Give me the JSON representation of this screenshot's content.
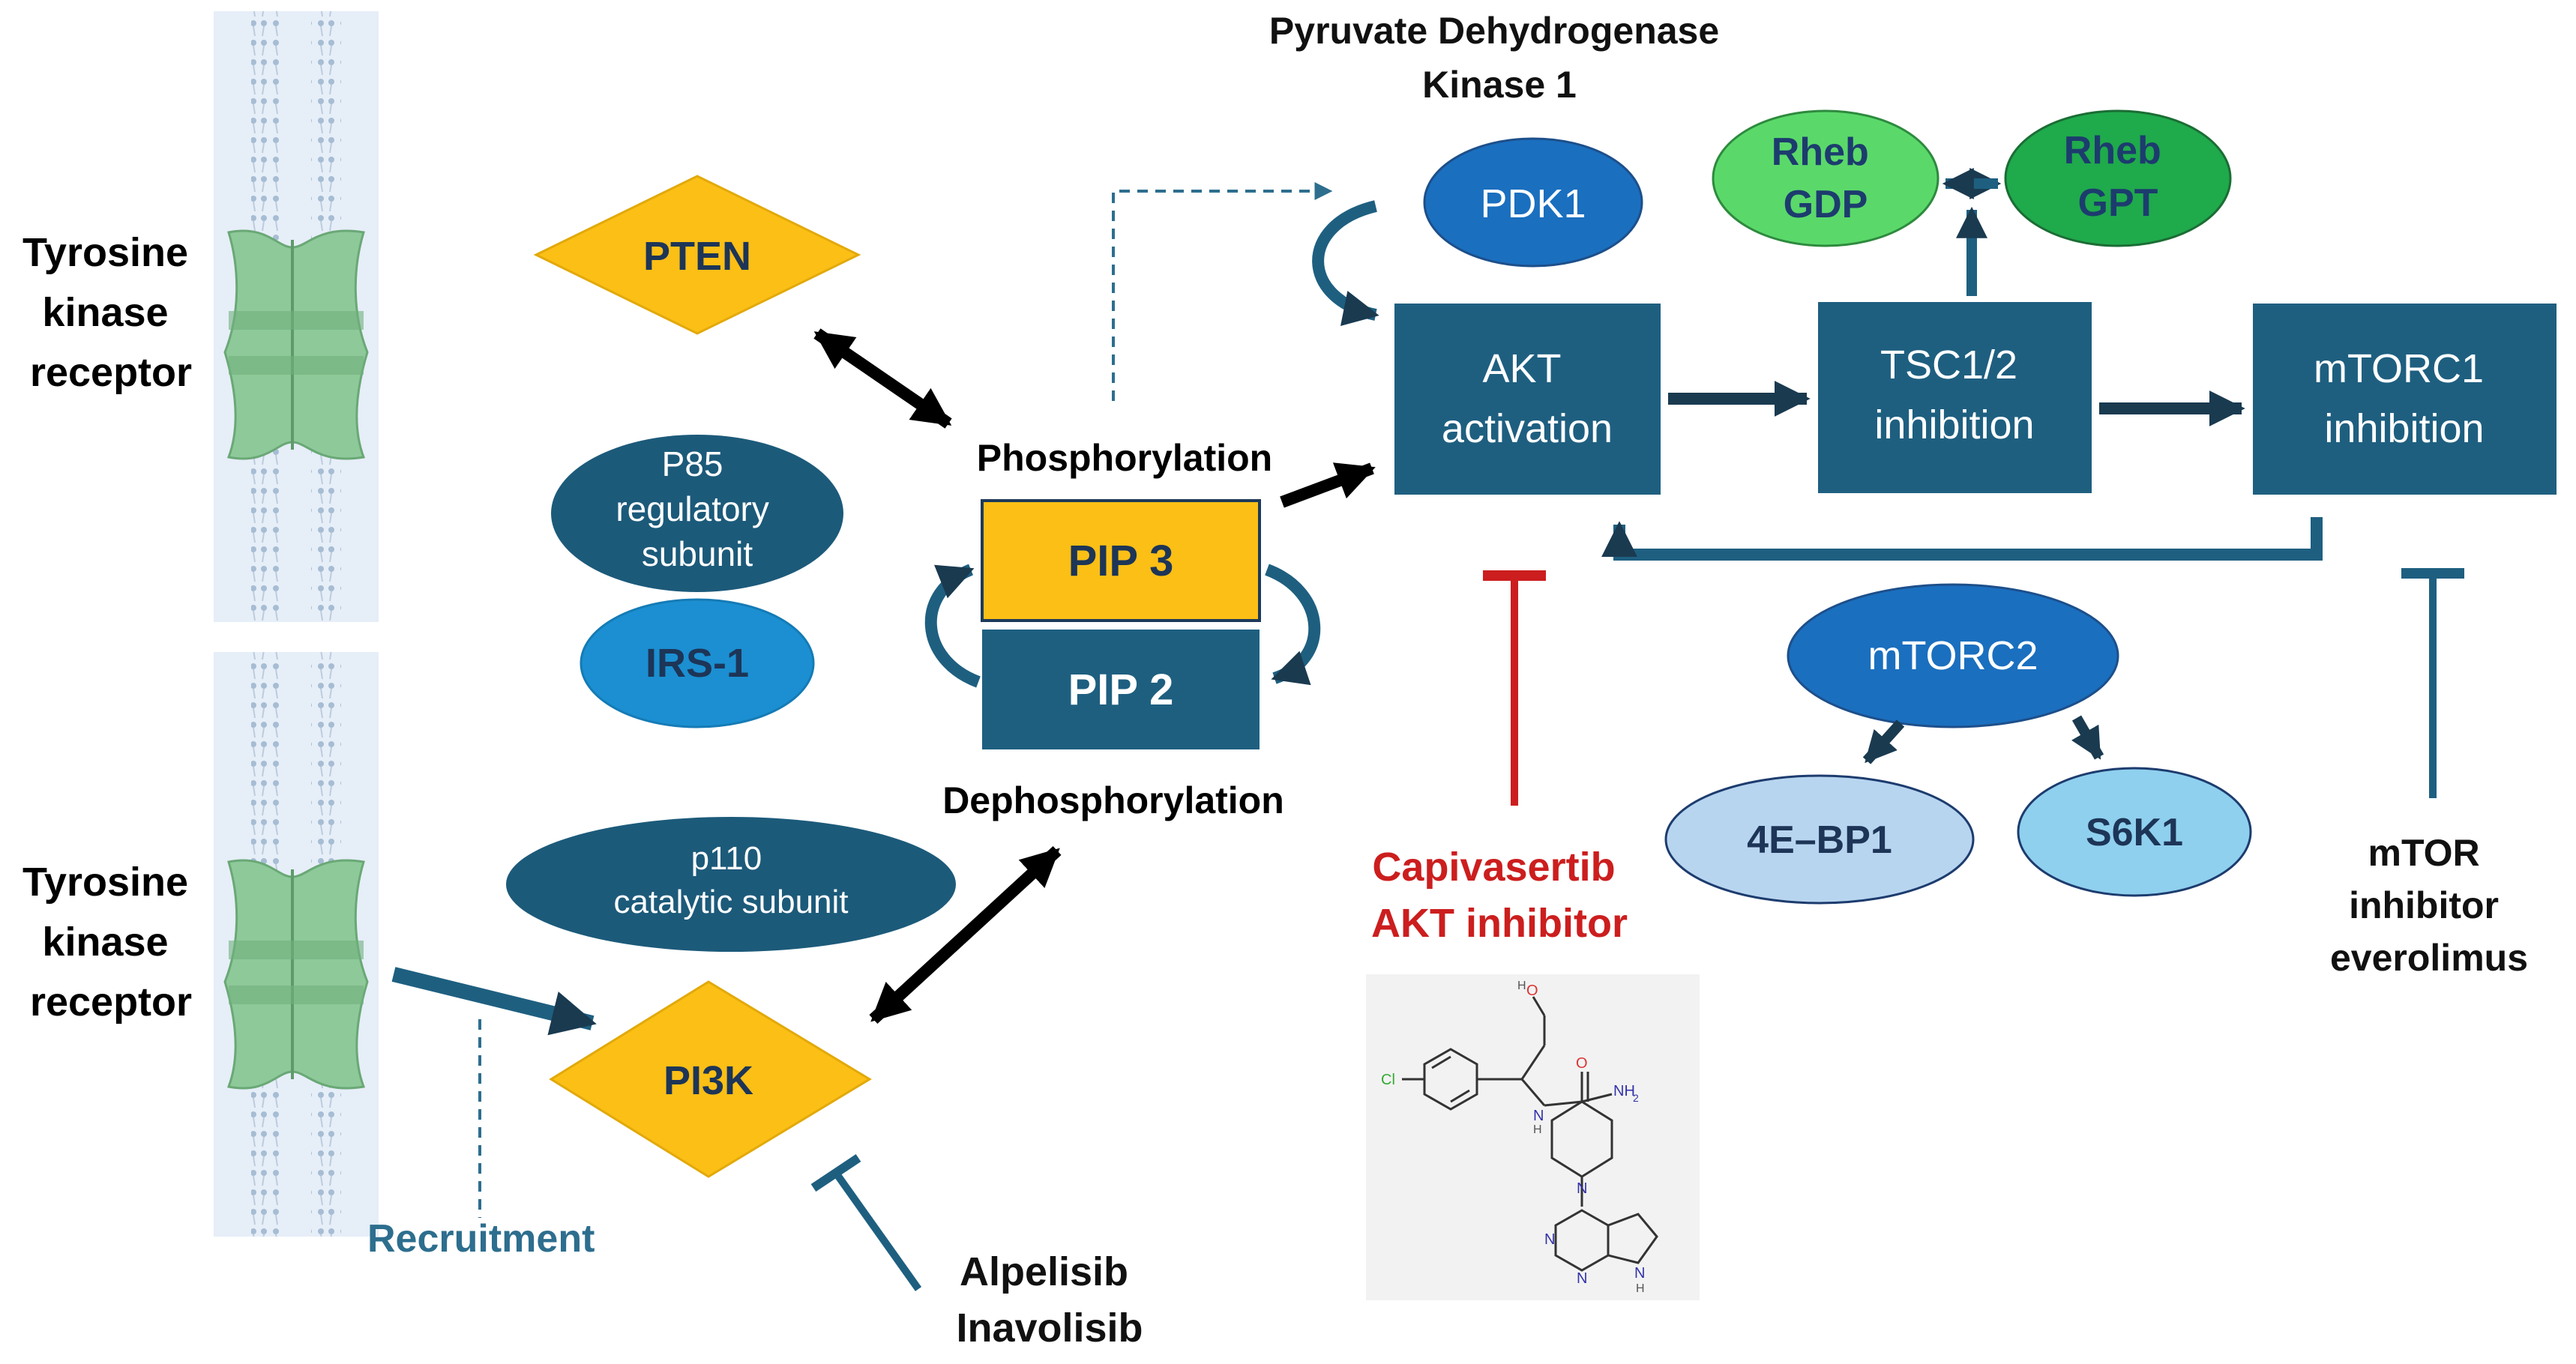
{
  "labels": {
    "tkr_top": [
      "Tyrosine",
      "kinase",
      "receptor"
    ],
    "tkr_bottom": [
      "Tyrosine",
      "kinase",
      "receptor"
    ],
    "pten": "PTEN",
    "p85": [
      "P85",
      "regulatory",
      "subunit"
    ],
    "irs1": "IRS-1",
    "phosphorylation": "Phosphorylation",
    "pip3": "PIP 3",
    "pip2": "PIP 2",
    "dephosphorylation": "Dephosphorylation",
    "p110": [
      "p110",
      "catalytic subunit"
    ],
    "pi3k": "PI3K",
    "recruitment": "Recruitment",
    "alpelisib": [
      "Alpelisib",
      "Inavolisib"
    ],
    "pdk_title": [
      "Pyruvate Dehydrogenase",
      "Kinase 1"
    ],
    "pdk1": "PDK1",
    "rheb_gdp": [
      "Rheb",
      "GDP"
    ],
    "rheb_gpt": [
      "Rheb",
      "GPT"
    ],
    "akt": [
      "AKT",
      "activation"
    ],
    "tsc": [
      "TSC1/2",
      "inhibition"
    ],
    "mtorc1": [
      "mTORC1",
      "inhibition"
    ],
    "mtorc2": "mTORC2",
    "ebp1": "4E–BP1",
    "s6k1": "S6K1",
    "capivasertib": [
      "Capivasertib",
      "AKT inhibitor"
    ],
    "everolimus": [
      "mTOR",
      "inhibitor",
      "everolimus"
    ],
    "molecule_atoms": [
      "O",
      "H",
      "Cl",
      "N",
      "H",
      "O",
      "NH",
      "2",
      "N",
      "N",
      "N",
      "N",
      "H"
    ]
  },
  "colors": {
    "navy_box": "#1e5f80",
    "pten_gold": "#fbbf16",
    "dark_blue_ellipse": "#1c5a7a",
    "bright_blue": "#1b8fd1",
    "mid_blue": "#1a6fbf",
    "light_blue_ebp1": "#b8d5f0",
    "light_blue_s6k1": "#8fd0ee",
    "rheb_gdp_green": "#5ad96a",
    "rheb_gpt_green": "#1faa4c",
    "rheb_text": "#1d3c6e",
    "inhibitor_red": "#cc1e1e",
    "recruitment_text": "#2d6e8e",
    "membrane": "#e5eef8",
    "receptor_green": "#8ec999"
  }
}
